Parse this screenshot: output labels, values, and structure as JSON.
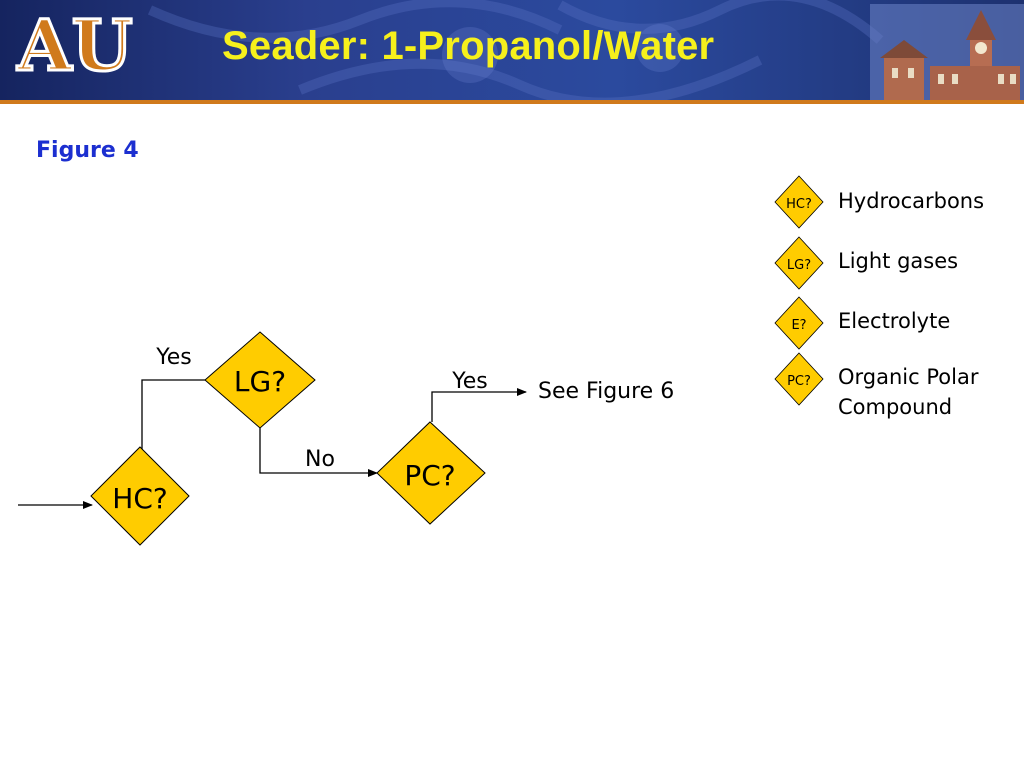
{
  "header": {
    "title": "Seader: 1-Propanol/Water",
    "logo_text": "AU"
  },
  "figure_label": "Figure 4",
  "flowchart": {
    "nodes": {
      "hc": "HC?",
      "lg": "LG?",
      "pc": "PC?"
    },
    "edges": {
      "hc_to_lg": "Yes",
      "lg_to_pc": "No",
      "pc_to_out": "Yes"
    },
    "outcome": "See Figure 6"
  },
  "legend": {
    "items": [
      {
        "code": "HC?",
        "lines": [
          "Hydrocarbons"
        ]
      },
      {
        "code": "LG?",
        "lines": [
          "Light gases"
        ]
      },
      {
        "code": "E?",
        "lines": [
          "Electrolyte"
        ]
      },
      {
        "code": "PC?",
        "lines": [
          "Organic Polar",
          "Compound"
        ]
      }
    ]
  },
  "colors": {
    "diamond_fill": "#ffcc00",
    "banner": "#2a3f8e",
    "title": "#f6f01c",
    "figure_label": "#1c2fd0",
    "accent_orange": "#d07a1c"
  }
}
